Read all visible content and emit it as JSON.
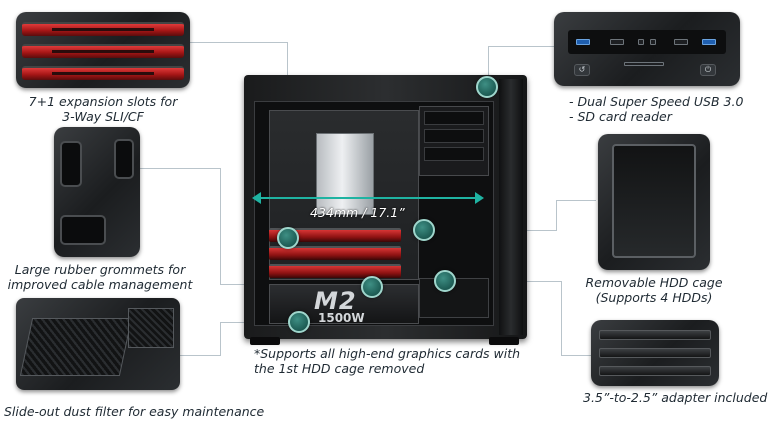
{
  "captions": {
    "expansion": [
      "7+1 expansion slots for",
      "3-Way SLI/CF"
    ],
    "usb": [
      "- Dual Super Speed USB 3.0",
      "- SD card reader"
    ],
    "grommets": [
      "Large rubber grommets for",
      "improved cable management"
    ],
    "hdd_cage": [
      "Removable HDD cage",
      "(Supports 4 HDDs)"
    ],
    "graphics": [
      "*Supports all high-end graphics cards with",
      "the 1st HDD cage removed"
    ],
    "adapter": "3.5”-to-2.5” adapter included",
    "dust_filter": "Slide-out dust filter for easy maintenance"
  },
  "measurement": "434mm / 17.1”",
  "psu_branding": {
    "model": "M2",
    "wattage": "1500W"
  },
  "colors": {
    "accent_teal": "#1fb3a2",
    "dot_teal": "#1f5f57",
    "connector_gray": "#b9c4cb",
    "caption_text": "#1f2a33"
  }
}
